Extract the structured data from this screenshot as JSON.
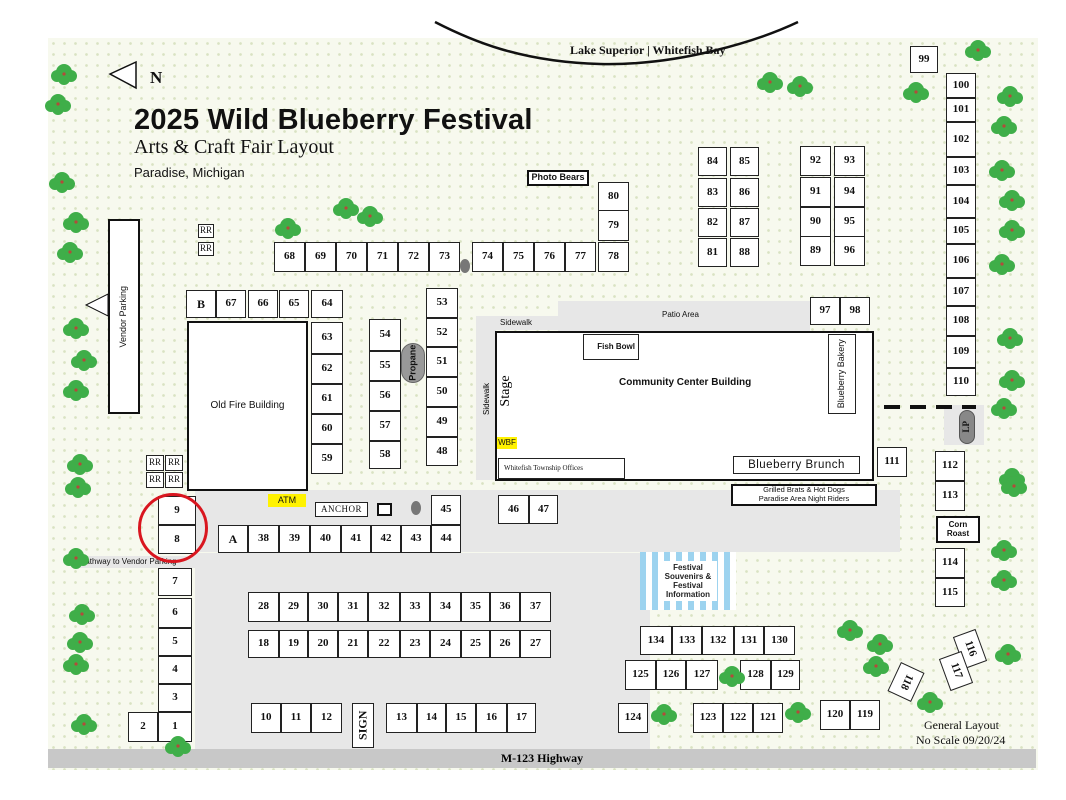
{
  "map": {
    "title": "2025  Wild Blueberry Festival",
    "subtitle": "Arts & Craft Fair Layout",
    "place": "Paradise, Michigan",
    "lake": "Lake Superior | Whitefish Bay",
    "north": "N",
    "highway": "M-123 Highway",
    "scale_note_1": "General Layout",
    "scale_note_2": "No Scale 09/20/24"
  },
  "labels": {
    "photo_bears": "Photo Bears",
    "vendor_parking": "Vendor Parking",
    "old_fire_building": "Old Fire Building",
    "atm": "ATM",
    "anchor": "ANCHOR",
    "propane": "Propane",
    "sidewalk_top": "Sidewalk",
    "sidewalk_side": "Sidewalk",
    "patio": "Patio Area",
    "stage": "Stage",
    "fish_bowl": "Fish Bowl",
    "community_center": "Community Center Building",
    "blueberry_bakery": "Blueberry Bakery",
    "wbf": "WBF",
    "township_offices": "Whitefish Township Offices",
    "blueberry_brunch": "Blueberry Brunch",
    "grilled_1": "Grilled Brats & Hot Dogs",
    "grilled_2": "Paradise Area Night Riders",
    "corn_roast": "Corn Roast",
    "lp": "LP",
    "festival_info": "Festival Souvenirs & Festival Information",
    "pathway": "Pathway to Vendor Parking",
    "sign": "SIGN",
    "b": "B",
    "a": "A",
    "rr": "RR"
  },
  "booths": {
    "row_68_78": [
      "68",
      "69",
      "70",
      "71",
      "72",
      "73",
      "74",
      "75",
      "76",
      "77",
      "78"
    ],
    "b79": "79",
    "b80": "80",
    "grid_81_88": [
      "84",
      "85",
      "83",
      "86",
      "82",
      "87",
      "81",
      "88"
    ],
    "grid_89_96": [
      "92",
      "93",
      "91",
      "94",
      "90",
      "95",
      "89",
      "96"
    ],
    "col_99_110": [
      "99",
      "100",
      "101",
      "102",
      "103",
      "104",
      "105",
      "106",
      "107",
      "108",
      "109",
      "110"
    ],
    "row_64_67": [
      "67",
      "66",
      "65",
      "64"
    ],
    "col_59_63": [
      "63",
      "62",
      "61",
      "60",
      "59"
    ],
    "col_54_58": [
      "54",
      "55",
      "56",
      "57",
      "58"
    ],
    "col_48_53": [
      "53",
      "52",
      "51",
      "50",
      "49",
      "48"
    ],
    "b97": "97",
    "b98": "98",
    "b111": "111",
    "b112": "112",
    "b113": "113",
    "b114": "114",
    "b115": "115",
    "b116": "116",
    "b117": "117",
    "b118": "118",
    "b9": "9",
    "b8": "8",
    "row_38_45": [
      "38",
      "39",
      "40",
      "41",
      "42",
      "43",
      "44"
    ],
    "b45": "45",
    "b46": "46",
    "b47": "47",
    "col_1_7": [
      "7",
      "6",
      "5",
      "4",
      "3",
      "1"
    ],
    "b2": "2",
    "row_28_37": [
      "28",
      "29",
      "30",
      "31",
      "32",
      "33",
      "34",
      "35",
      "36",
      "37"
    ],
    "row_18_27": [
      "18",
      "19",
      "20",
      "21",
      "22",
      "23",
      "24",
      "25",
      "26",
      "27"
    ],
    "row_10_12": [
      "10",
      "11",
      "12"
    ],
    "row_13_17": [
      "13",
      "14",
      "15",
      "16",
      "17"
    ],
    "row_130_134": [
      "134",
      "133",
      "132",
      "131",
      "130"
    ],
    "row_125_129": [
      "125",
      "126",
      "127",
      "128",
      "129"
    ],
    "b124": "124",
    "row_121_123": [
      "123",
      "122",
      "121"
    ],
    "b120": "120",
    "b119": "119"
  },
  "colors": {
    "field": "#f7f9ee",
    "dot": "#d9e2c2",
    "tree": "#3fae49",
    "circle": "#d9161f",
    "atm": "#fff200",
    "tent_stripe": "#9dd3ef",
    "highway": "#c8c8c8"
  }
}
